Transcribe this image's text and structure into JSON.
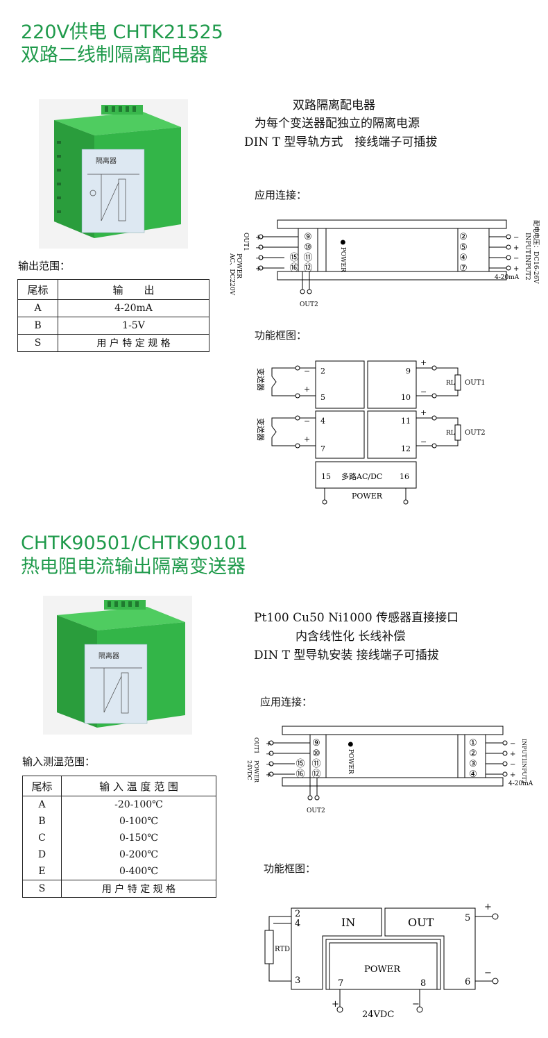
{
  "section1": {
    "title_line1": "220V供电 CHTK21525",
    "title_line2": "双路二线制隔离配电器",
    "features": [
      "双路隔离配电器",
      "为每个变送器配独立的隔离电源",
      "DIN T 型导轨方式　接线端子可插拔"
    ],
    "device_label": "隔离器",
    "range_label": "输出范围：",
    "table": {
      "headers": [
        "尾标",
        "输　　出"
      ],
      "rows": [
        [
          "A",
          "4-20mA"
        ],
        [
          "B",
          "1-5V"
        ],
        [
          "S",
          "用 户 特 定 规 格"
        ]
      ]
    },
    "app_label": "应用连接：",
    "wiring": {
      "left_terms": [
        "⑨",
        "⑩",
        "⑪",
        "⑫"
      ],
      "left_low_terms": [
        "⑮",
        "⑯"
      ],
      "right_terms": [
        "②",
        "⑤",
        "④",
        "⑦"
      ],
      "power_text": "● POWER",
      "out1": "OUT1",
      "power_ac": "POWER",
      "acdc": "AC、DC220V",
      "out2": "OUT2",
      "in1": "INPUT1",
      "in2": "INPUT2",
      "supply": "配电电压：DC16-26V",
      "current": "4-20mA",
      "plus": "+",
      "minus": "−"
    },
    "func_label": "功能框图：",
    "func": {
      "transmitter": "变送器",
      "n2": "2",
      "n5": "5",
      "n4": "4",
      "n7": "7",
      "n9": "9",
      "n10": "10",
      "n11": "11",
      "n12": "12",
      "rl": "RL",
      "out1": "OUT1",
      "out2": "OUT2",
      "n15": "15",
      "n16": "16",
      "multi": "多路AC/DC",
      "power": "POWER",
      "plus": "+",
      "minus": "−"
    }
  },
  "section2": {
    "title_line1": "CHTK90501/CHTK90101",
    "title_line2": "热电阻电流输出隔离变送器",
    "features": [
      "Pt100 Cu50 Ni1000 传感器直接接口",
      "内含线性化 长线补偿",
      "DIN T 型导轨安装 接线端子可插拔"
    ],
    "device_label": "隔离器",
    "range_label": "输入测温范围：",
    "table": {
      "headers": [
        "尾标",
        "输 入 温 度 范 围"
      ],
      "rows": [
        [
          "A",
          "-20-100℃"
        ],
        [
          "B",
          "0-100℃"
        ],
        [
          "C",
          "0-150℃"
        ],
        [
          "D",
          "0-200℃"
        ],
        [
          "E",
          "0-400℃"
        ],
        [
          "S",
          "用 户 特 定 规 格"
        ]
      ]
    },
    "app_label": "应用连接：",
    "wiring": {
      "left_terms": [
        "⑨",
        "⑩",
        "⑪",
        "⑫"
      ],
      "left_low_terms": [
        "⑮",
        "⑯"
      ],
      "right_terms": [
        "①",
        "②",
        "③",
        "④"
      ],
      "power_text": "● POWER",
      "out1": "OUT1",
      "power": "POWER",
      "v24": "24VDC",
      "out2": "OUT2",
      "in1": "INPUT1",
      "in2": "INPUT2",
      "current": "4-20mA",
      "plus": "+",
      "minus": "−"
    },
    "func_label": "功能框图：",
    "func": {
      "n2": "2",
      "n4": "4",
      "n3": "3",
      "n5": "5",
      "n6": "6",
      "n7": "7",
      "n8": "8",
      "in": "IN",
      "out": "OUT",
      "rtd": "RTD",
      "power": "POWER",
      "v24": "24VDC",
      "plus": "+",
      "minus": "−"
    }
  },
  "colors": {
    "heading": "#1f9a4b",
    "device_green": "#2fb84a",
    "label_blue": "#dde8f2"
  }
}
